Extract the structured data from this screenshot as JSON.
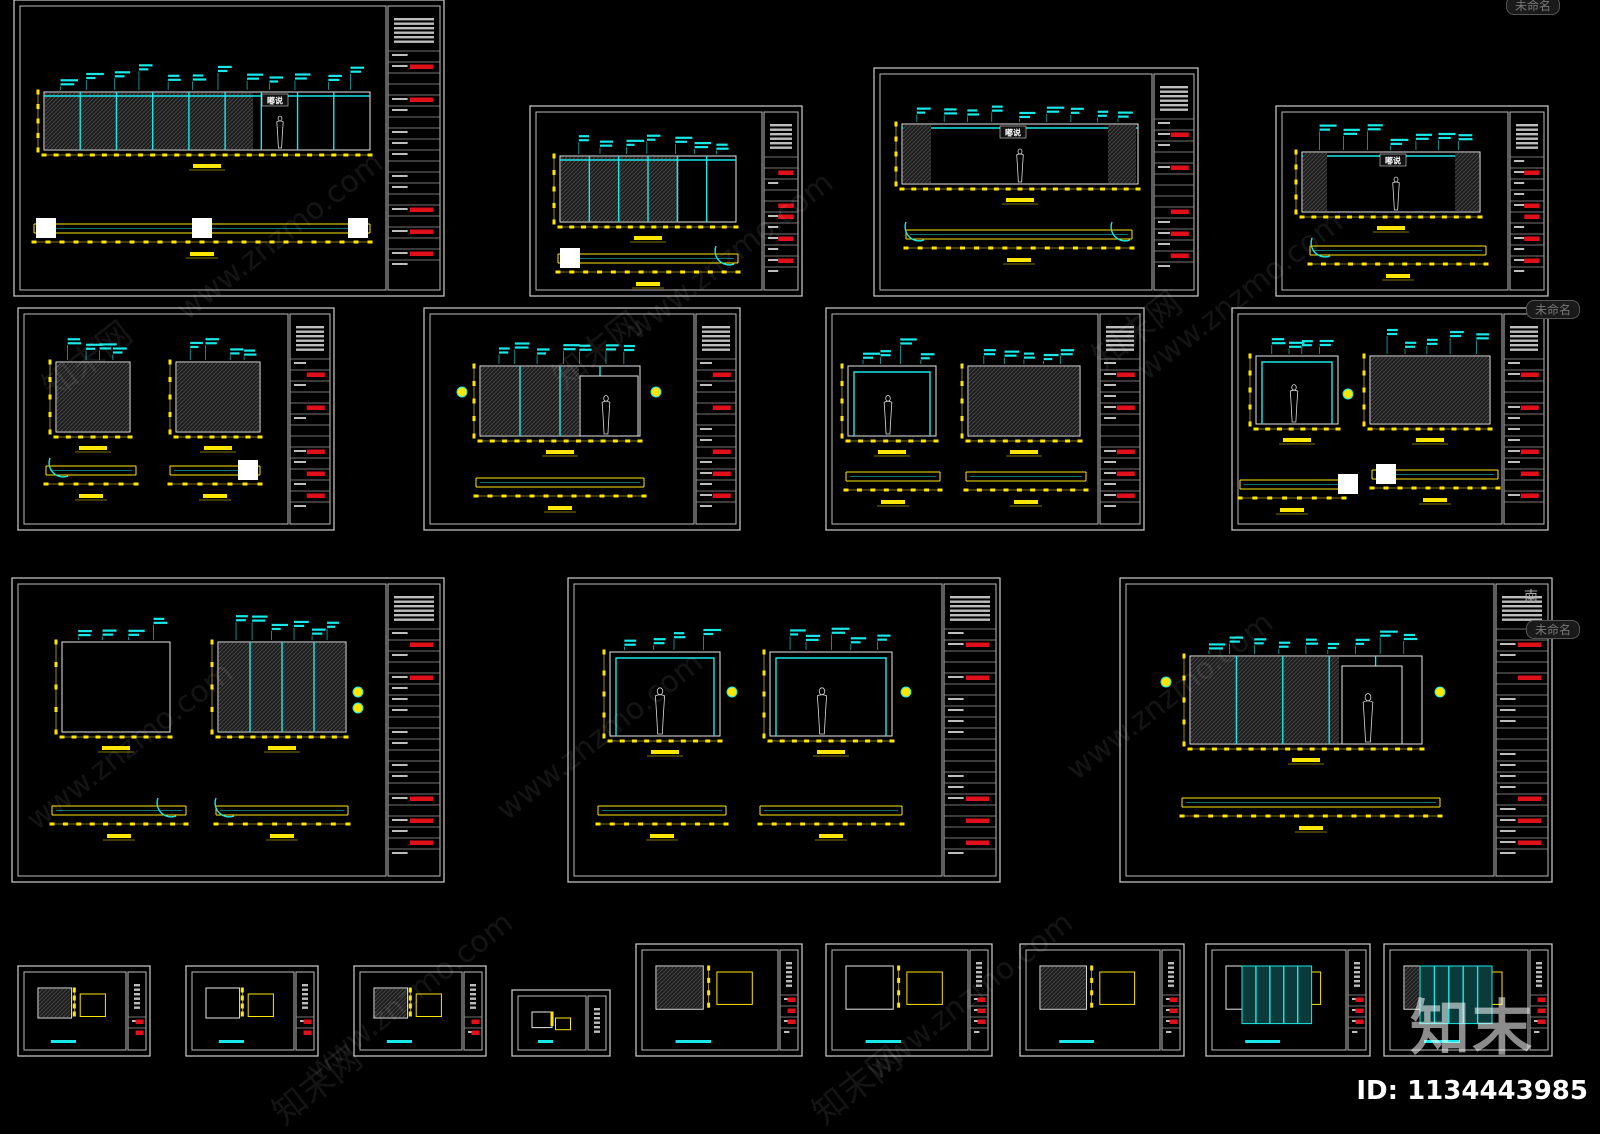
{
  "watermark": {
    "cn": "知末网",
    "url": "www.znzmo.com"
  },
  "branding": {
    "logo": "知末",
    "image_id": "ID: 1134443985"
  },
  "sheet_tabs": [
    "未命名",
    "未命名",
    "未命名"
  ],
  "compass": "南",
  "sign_text": "嘟说",
  "colors": {
    "background": "#000000",
    "frame": "#cfcfcf",
    "annotation": "#19e8e8",
    "dimension": "#ffe600",
    "titleblock_highlight": "#e0101a"
  }
}
